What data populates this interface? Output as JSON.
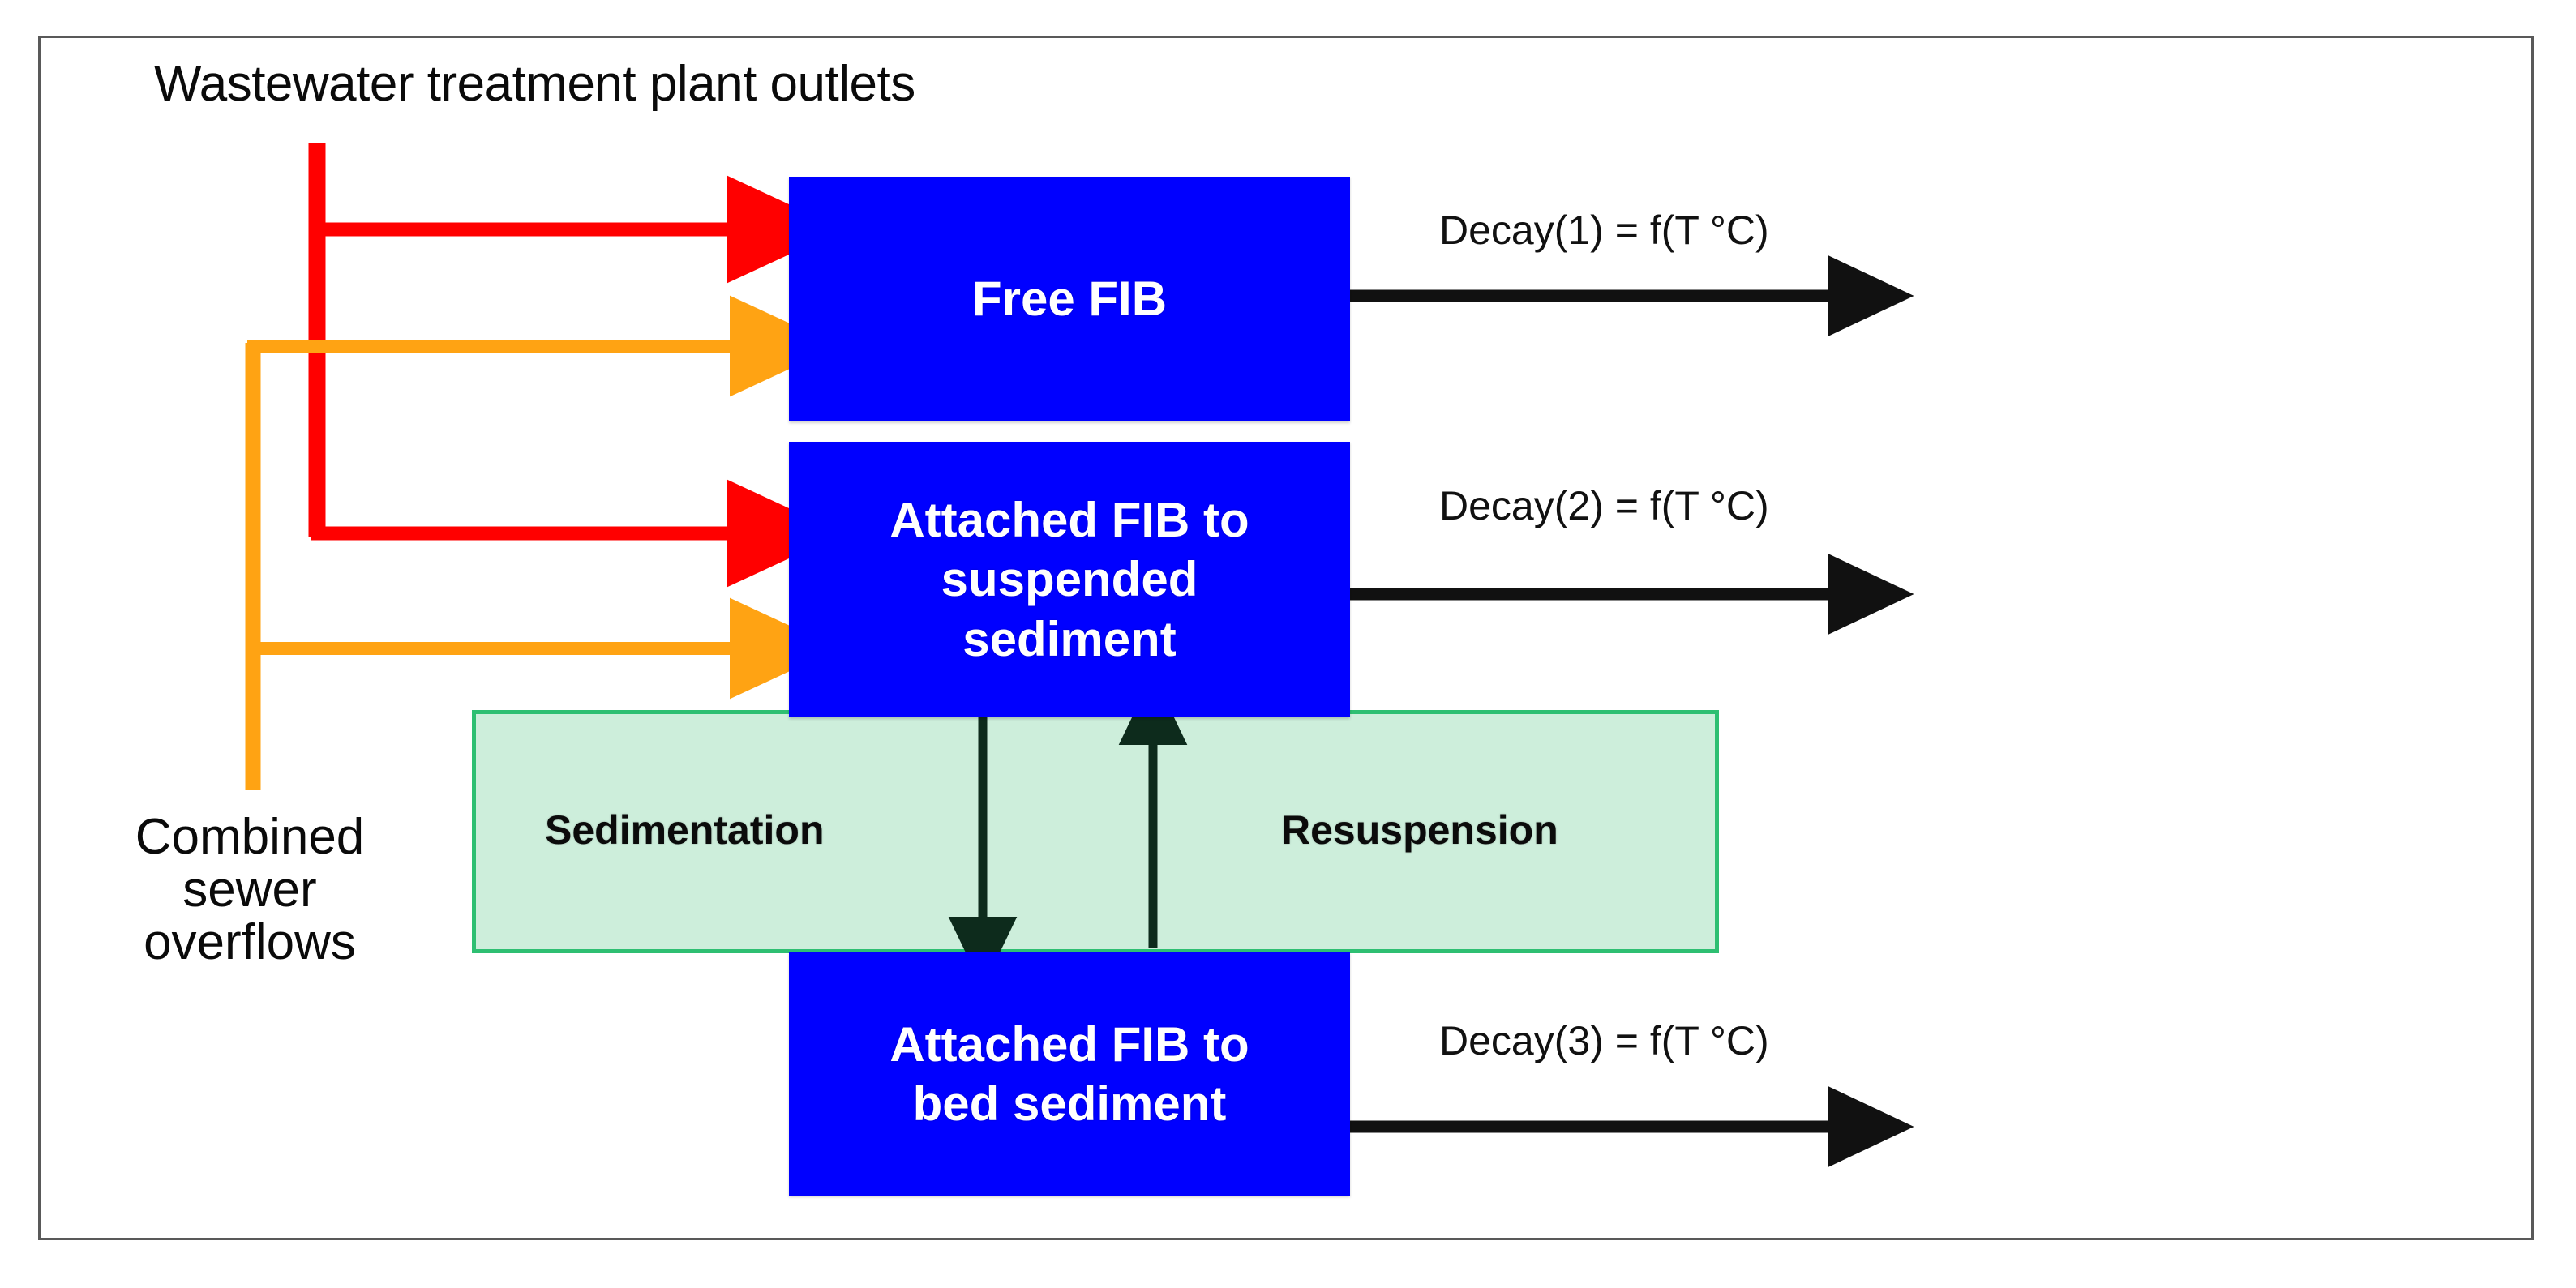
{
  "figure": {
    "title_text": "Wastewater treatment plant outlets",
    "cso_label_lines": [
      "Combined",
      "sewer",
      "overflows"
    ]
  },
  "boxes": [
    {
      "id": "free-fib",
      "lines": [
        "Free FIB"
      ]
    },
    {
      "id": "suspended",
      "lines": [
        "Attached FIB to",
        "suspended",
        "sediment"
      ]
    },
    {
      "id": "bed",
      "lines": [
        "Attached FIB to",
        "bed sediment"
      ]
    }
  ],
  "exchange_band": {
    "sedimentation_label": "Sedimentation",
    "resuspension_label": "Resuspension"
  },
  "decay_labels": [
    "Decay(1) = f(T °C)",
    "Decay(2) = f(T °C)",
    "Decay(3) = f(T °C)"
  ],
  "colors": {
    "box_fill": "#0000ff",
    "box_text": "#ffffff",
    "wwtp_connector": "#ff0000",
    "cso_connector": "#ffa313",
    "band_fill": "#cdeedb",
    "band_border": "#2ebf72",
    "decay_arrow": "#111111",
    "exchange_arrow": "#0d2b1c",
    "frame_border": "#595959",
    "background": "#ffffff"
  },
  "flows": {
    "wwtp_to_free_fib": "Wastewater treatment plant outlets → Free FIB",
    "wwtp_to_suspended": "Wastewater treatment plant outlets → Attached FIB to suspended sediment",
    "cso_to_free_fib": "Combined sewer overflows → Free FIB",
    "cso_to_suspended": "Combined sewer overflows → Attached FIB to suspended sediment",
    "suspended_to_bed": "Sedimentation",
    "bed_to_suspended": "Resuspension"
  }
}
